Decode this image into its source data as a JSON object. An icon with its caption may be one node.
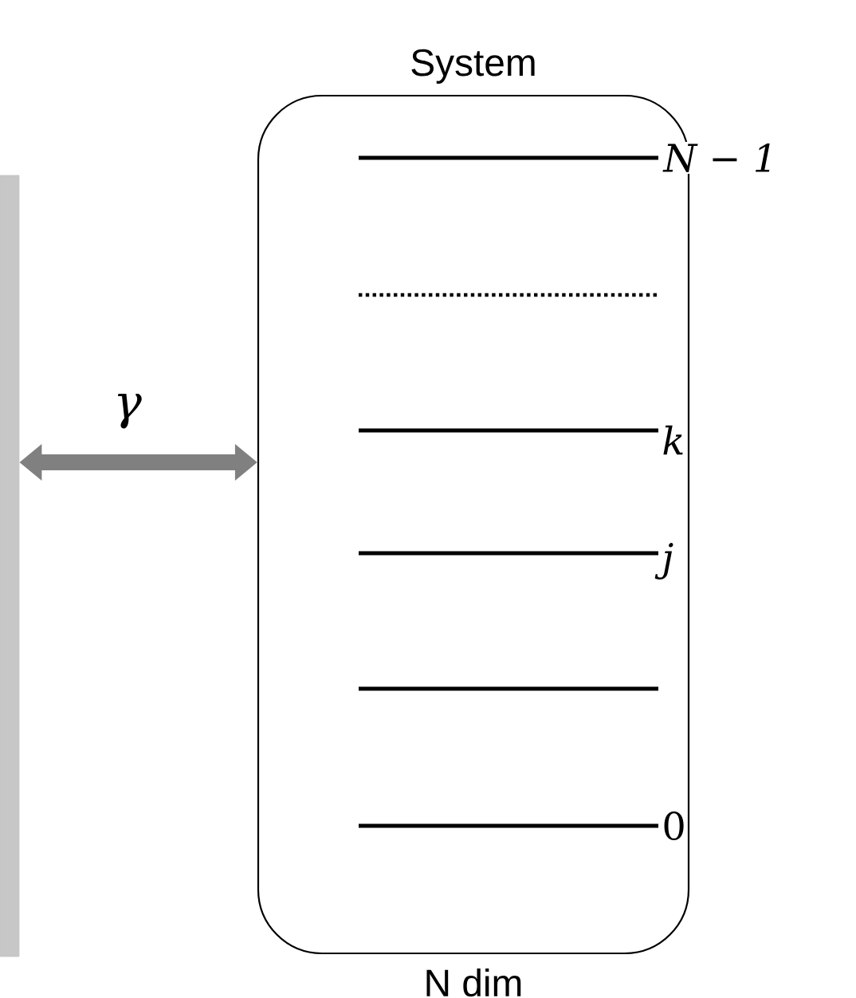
{
  "diagram": {
    "nodes": [
      {
        "text": [],
        "shape": "box"
      },
      {
        "text": [
          "System"
        ],
        "beside": [
          "N dim"
        ]
      }
    ],
    "edges": [
      {
        "from": 0,
        "to": 1,
        "arrow": "both",
        "label": "γ"
      }
    ],
    "labels": [
      "N − 1",
      "k",
      "j",
      "0"
    ]
  }
}
